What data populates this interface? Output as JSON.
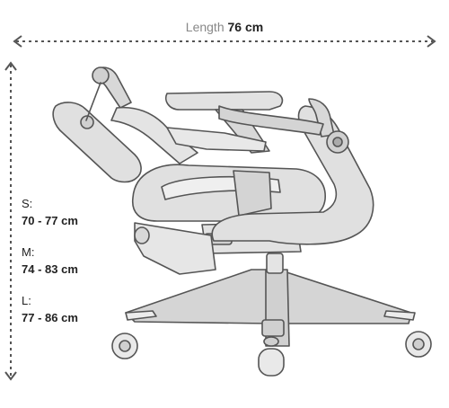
{
  "dimensions": {
    "length_label": "Length",
    "length_value": "76 cm"
  },
  "sizes": [
    {
      "name": "S:",
      "range": "70 - 77 cm"
    },
    {
      "name": "M:",
      "range": "74 - 83 cm"
    },
    {
      "name": "L:",
      "range": "77 - 86 cm"
    }
  ],
  "colors": {
    "outline": "#555555",
    "fill": "#dedede",
    "fill_light": "#ececec",
    "arrow": "#555555"
  },
  "illustration": "office-chair-reclined-side-view"
}
